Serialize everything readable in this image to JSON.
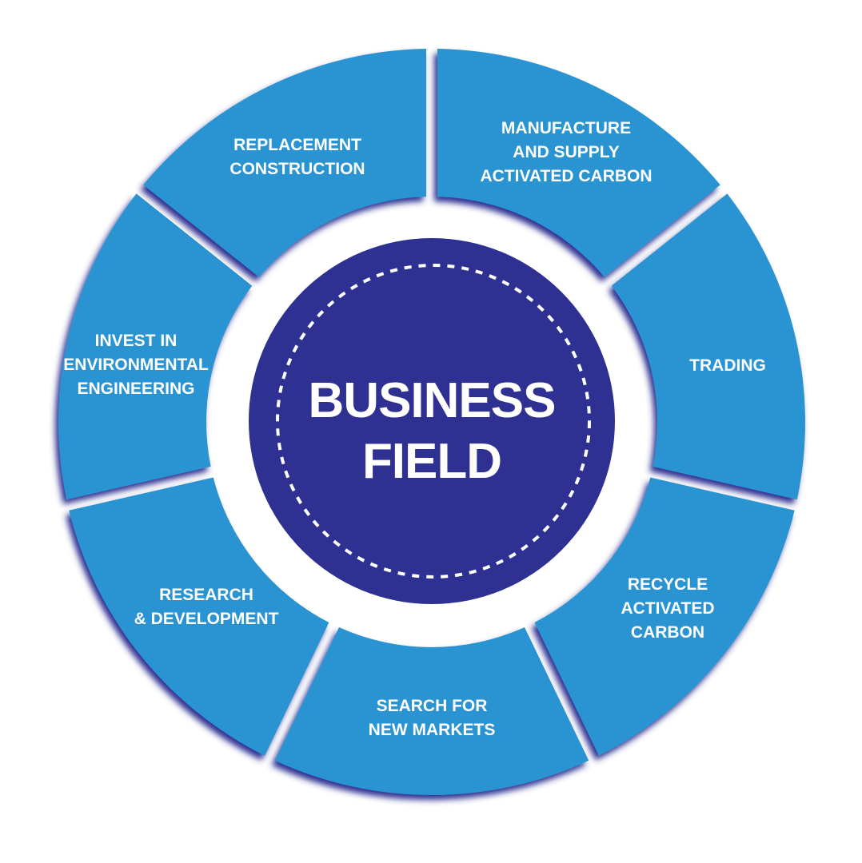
{
  "colors": {
    "segment": "#2a93d1",
    "center": "#2e3192",
    "shadow": "#2e3192"
  },
  "center_title": "BUSINESS\nFIELD",
  "segments": [
    {
      "label": "MANUFACTURE\nAND SUPPLY\nACTIVATED CARBON"
    },
    {
      "label": "TRADING"
    },
    {
      "label": "RECYCLE\nACTIVATED\nCARBON"
    },
    {
      "label": "SEARCH FOR\nNEW MARKETS"
    },
    {
      "label": "RESEARCH\n& DEVELOPMENT"
    },
    {
      "label": "INVEST IN\nENVIRONMENTAL\nENGINEERING"
    },
    {
      "label": "REPLACEMENT\nCONSTRUCTION"
    }
  ]
}
